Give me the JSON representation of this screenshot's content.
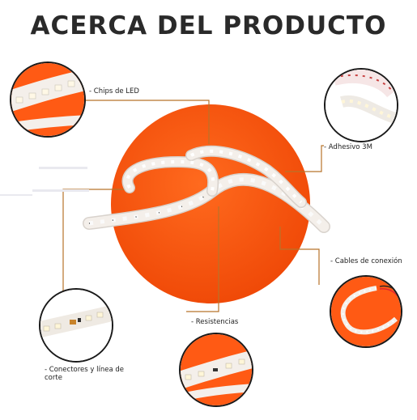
{
  "title": "ACERCA DEL PRODUCTO",
  "labels": {
    "chips": "- Chips de LED",
    "adhesivo": "- Adhesivo 3M",
    "cables": "- Cables de conexión",
    "resistencias": "- Resistencias",
    "conectores": "- Conectores y línea de corte"
  },
  "colors": {
    "accent_orange": "#FF5A14",
    "leader_line": "#B8732A",
    "strip": "#F4EFEA"
  },
  "icons": [
    "led-strip-main",
    "led-chips-detail",
    "adhesive-detail",
    "cable-detail",
    "connector-detail",
    "resistor-detail"
  ]
}
